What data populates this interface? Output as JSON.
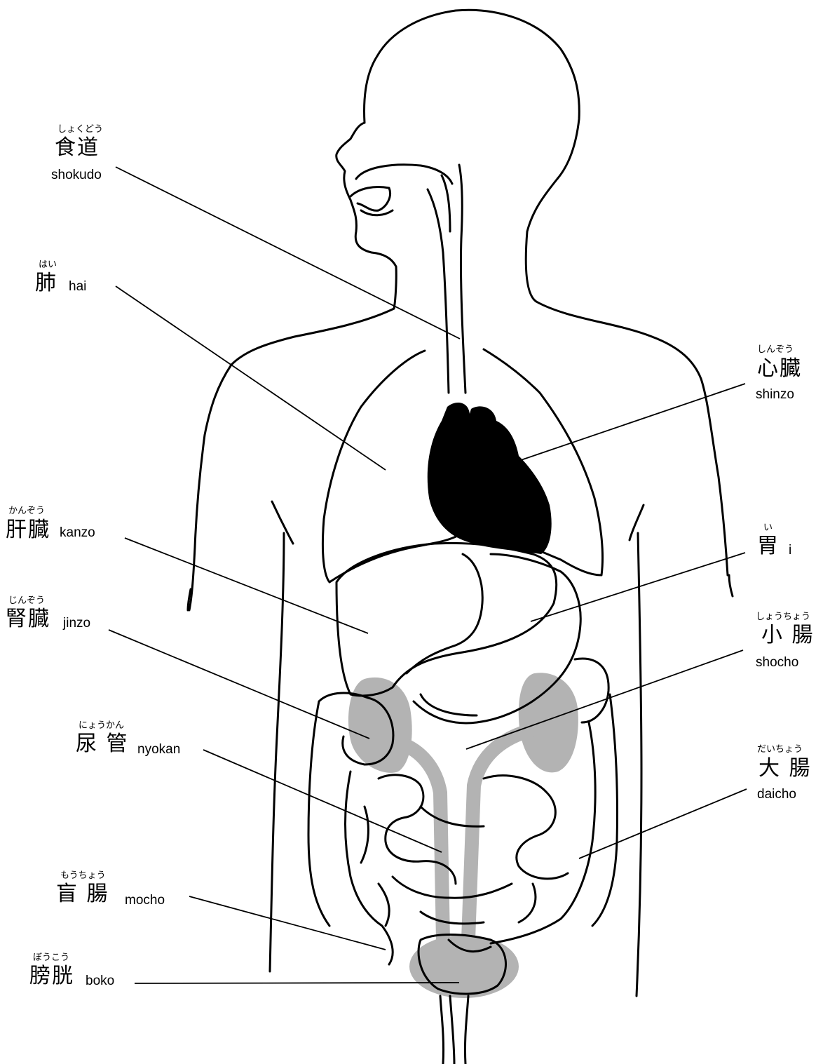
{
  "colors": {
    "outline": "#000000",
    "heart": "#000000",
    "urinary_shade": "#b3b3b3",
    "background": "#ffffff"
  },
  "labels": {
    "shokudo": {
      "ruby": "しょくどう",
      "kanji": "食道",
      "romaji": "shokudo"
    },
    "hai": {
      "ruby": "はい",
      "kanji": "肺",
      "romaji": "hai"
    },
    "shinzo": {
      "ruby": "しんぞう",
      "kanji": "心臓",
      "romaji": "shinzo"
    },
    "kanzo": {
      "ruby": "かんぞう",
      "kanji": "肝臓",
      "romaji": "kanzo"
    },
    "i": {
      "ruby": "い",
      "kanji": "胃",
      "romaji": "i"
    },
    "jinzo": {
      "ruby": "じんぞう",
      "kanji": "腎臓",
      "romaji": "jinzo"
    },
    "shocho": {
      "ruby": "しょうちょう",
      "kanji": "小 腸",
      "romaji": "shocho"
    },
    "nyokan": {
      "ruby": "にょうかん",
      "kanji": "尿 管",
      "romaji": "nyokan"
    },
    "daicho": {
      "ruby": "だいちょう",
      "kanji": "大 腸",
      "romaji": "daicho"
    },
    "mocho": {
      "ruby": "もうちょう",
      "kanji": "盲 腸",
      "romaji": "mocho"
    },
    "boko": {
      "ruby": "ぼうこう",
      "kanji": "膀胱",
      "romaji": "boko"
    }
  }
}
